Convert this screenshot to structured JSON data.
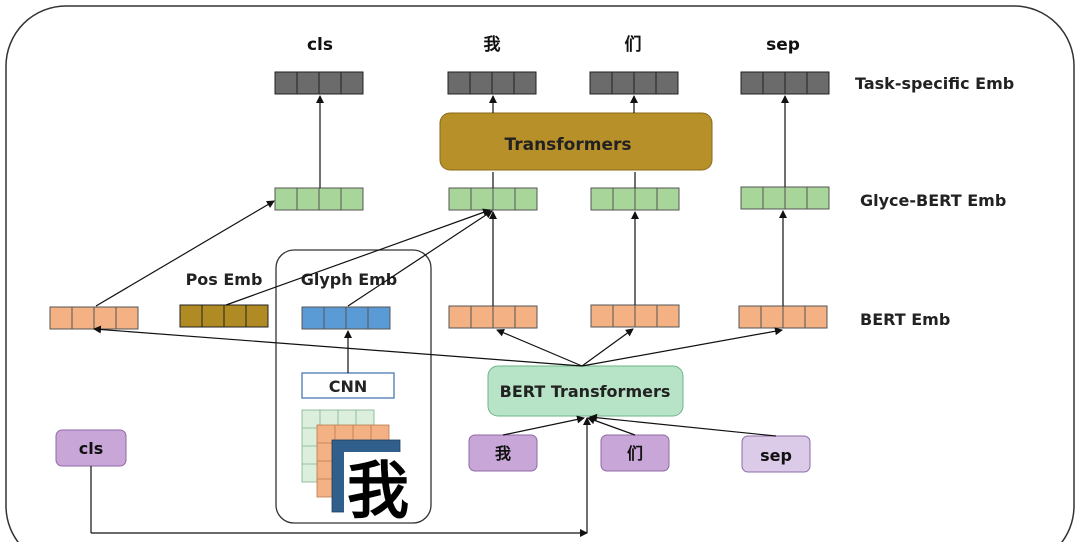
{
  "top_tokens": [
    "cls",
    "我",
    "们",
    "sep"
  ],
  "row_labels": {
    "task_specific": "Task-specific Emb",
    "glyce_bert": "Glyce-BERT Emb",
    "bert": "BERT Emb"
  },
  "blocks": {
    "transformers": "Transformers",
    "bert_transformers": "BERT Transformers",
    "cnn": "CNN"
  },
  "emb_labels": {
    "pos": "Pos Emb",
    "glyph": "Glyph Emb"
  },
  "input_tokens": [
    "cls",
    "我",
    "们",
    "sep"
  ],
  "glyph_char": "我",
  "colors": {
    "task_emb": "#6b6b6b",
    "glyce_emb": "#a8d59a",
    "bert_emb": "#f4b183",
    "pos_emb": "#b08a22",
    "glyph_emb": "#5b9bd5",
    "transformers": "#b8902a",
    "bert_transformers": "#b7e4c7",
    "input_token": "#c9a6d8",
    "outline": "#555555"
  }
}
